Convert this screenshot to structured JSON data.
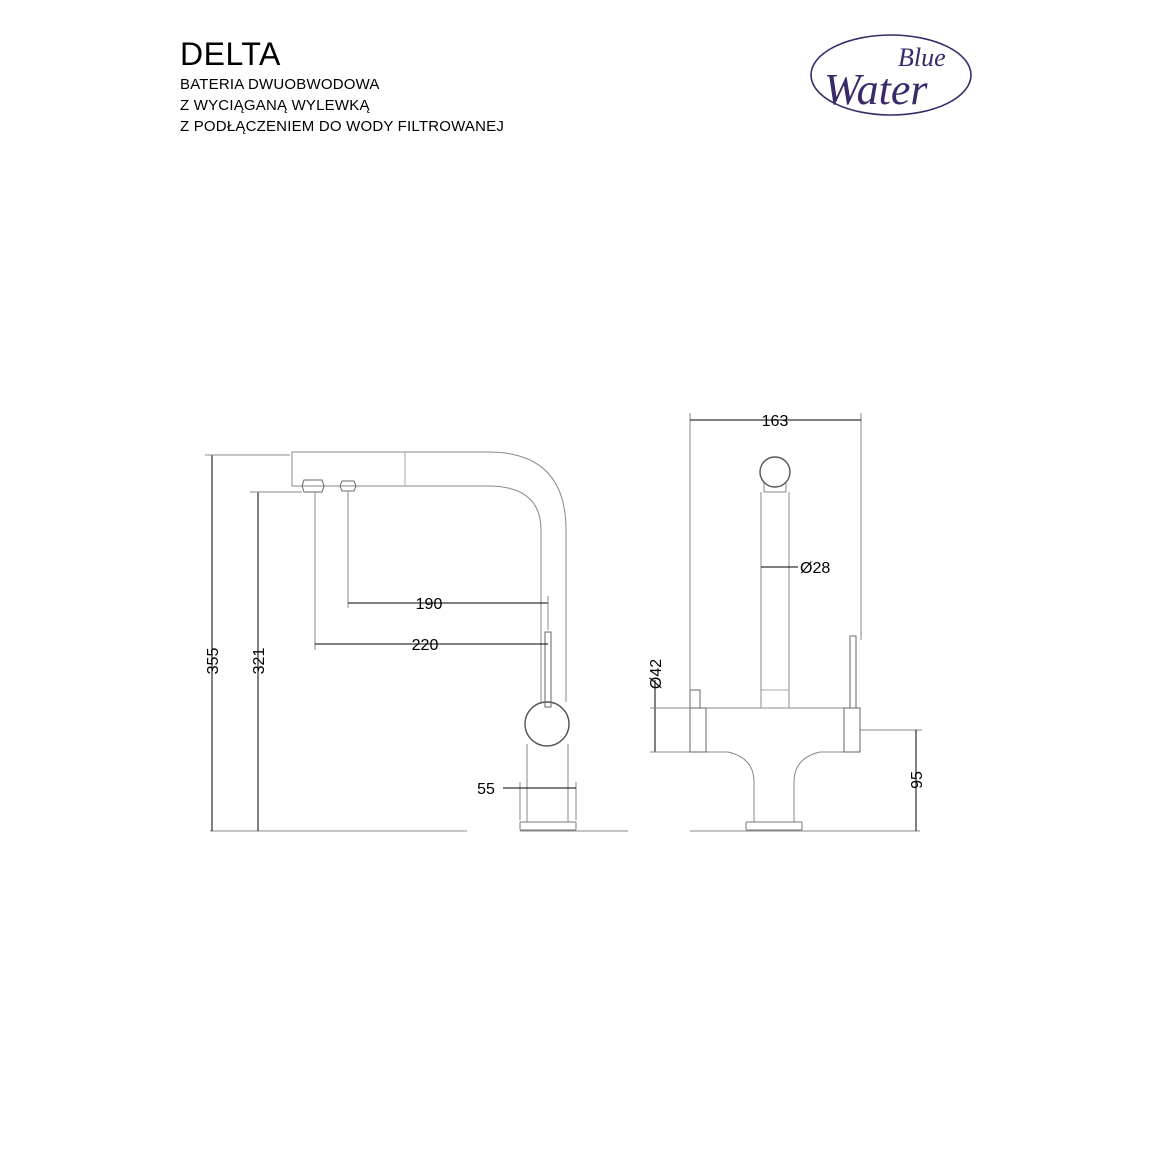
{
  "header": {
    "title": "DELTA",
    "lines": [
      "BATERIA DWUOBWODOWA",
      "Z WYCIĄGANĄ WYLEWKĄ",
      "Z PODŁĄCZENIEM DO WODY FILTROWANEJ"
    ]
  },
  "logo": {
    "word1": "Blue",
    "word2": "Water",
    "color": "#3a2a6a"
  },
  "dimensions": {
    "side": {
      "total_height": "355",
      "spout_height": "321",
      "reach_inner": "190",
      "reach_outer": "220",
      "base_width": "55"
    },
    "front": {
      "total_width": "163",
      "body_diameter": "Ø28",
      "handle_diameter": "Ø42",
      "handle_height": "95"
    }
  }
}
